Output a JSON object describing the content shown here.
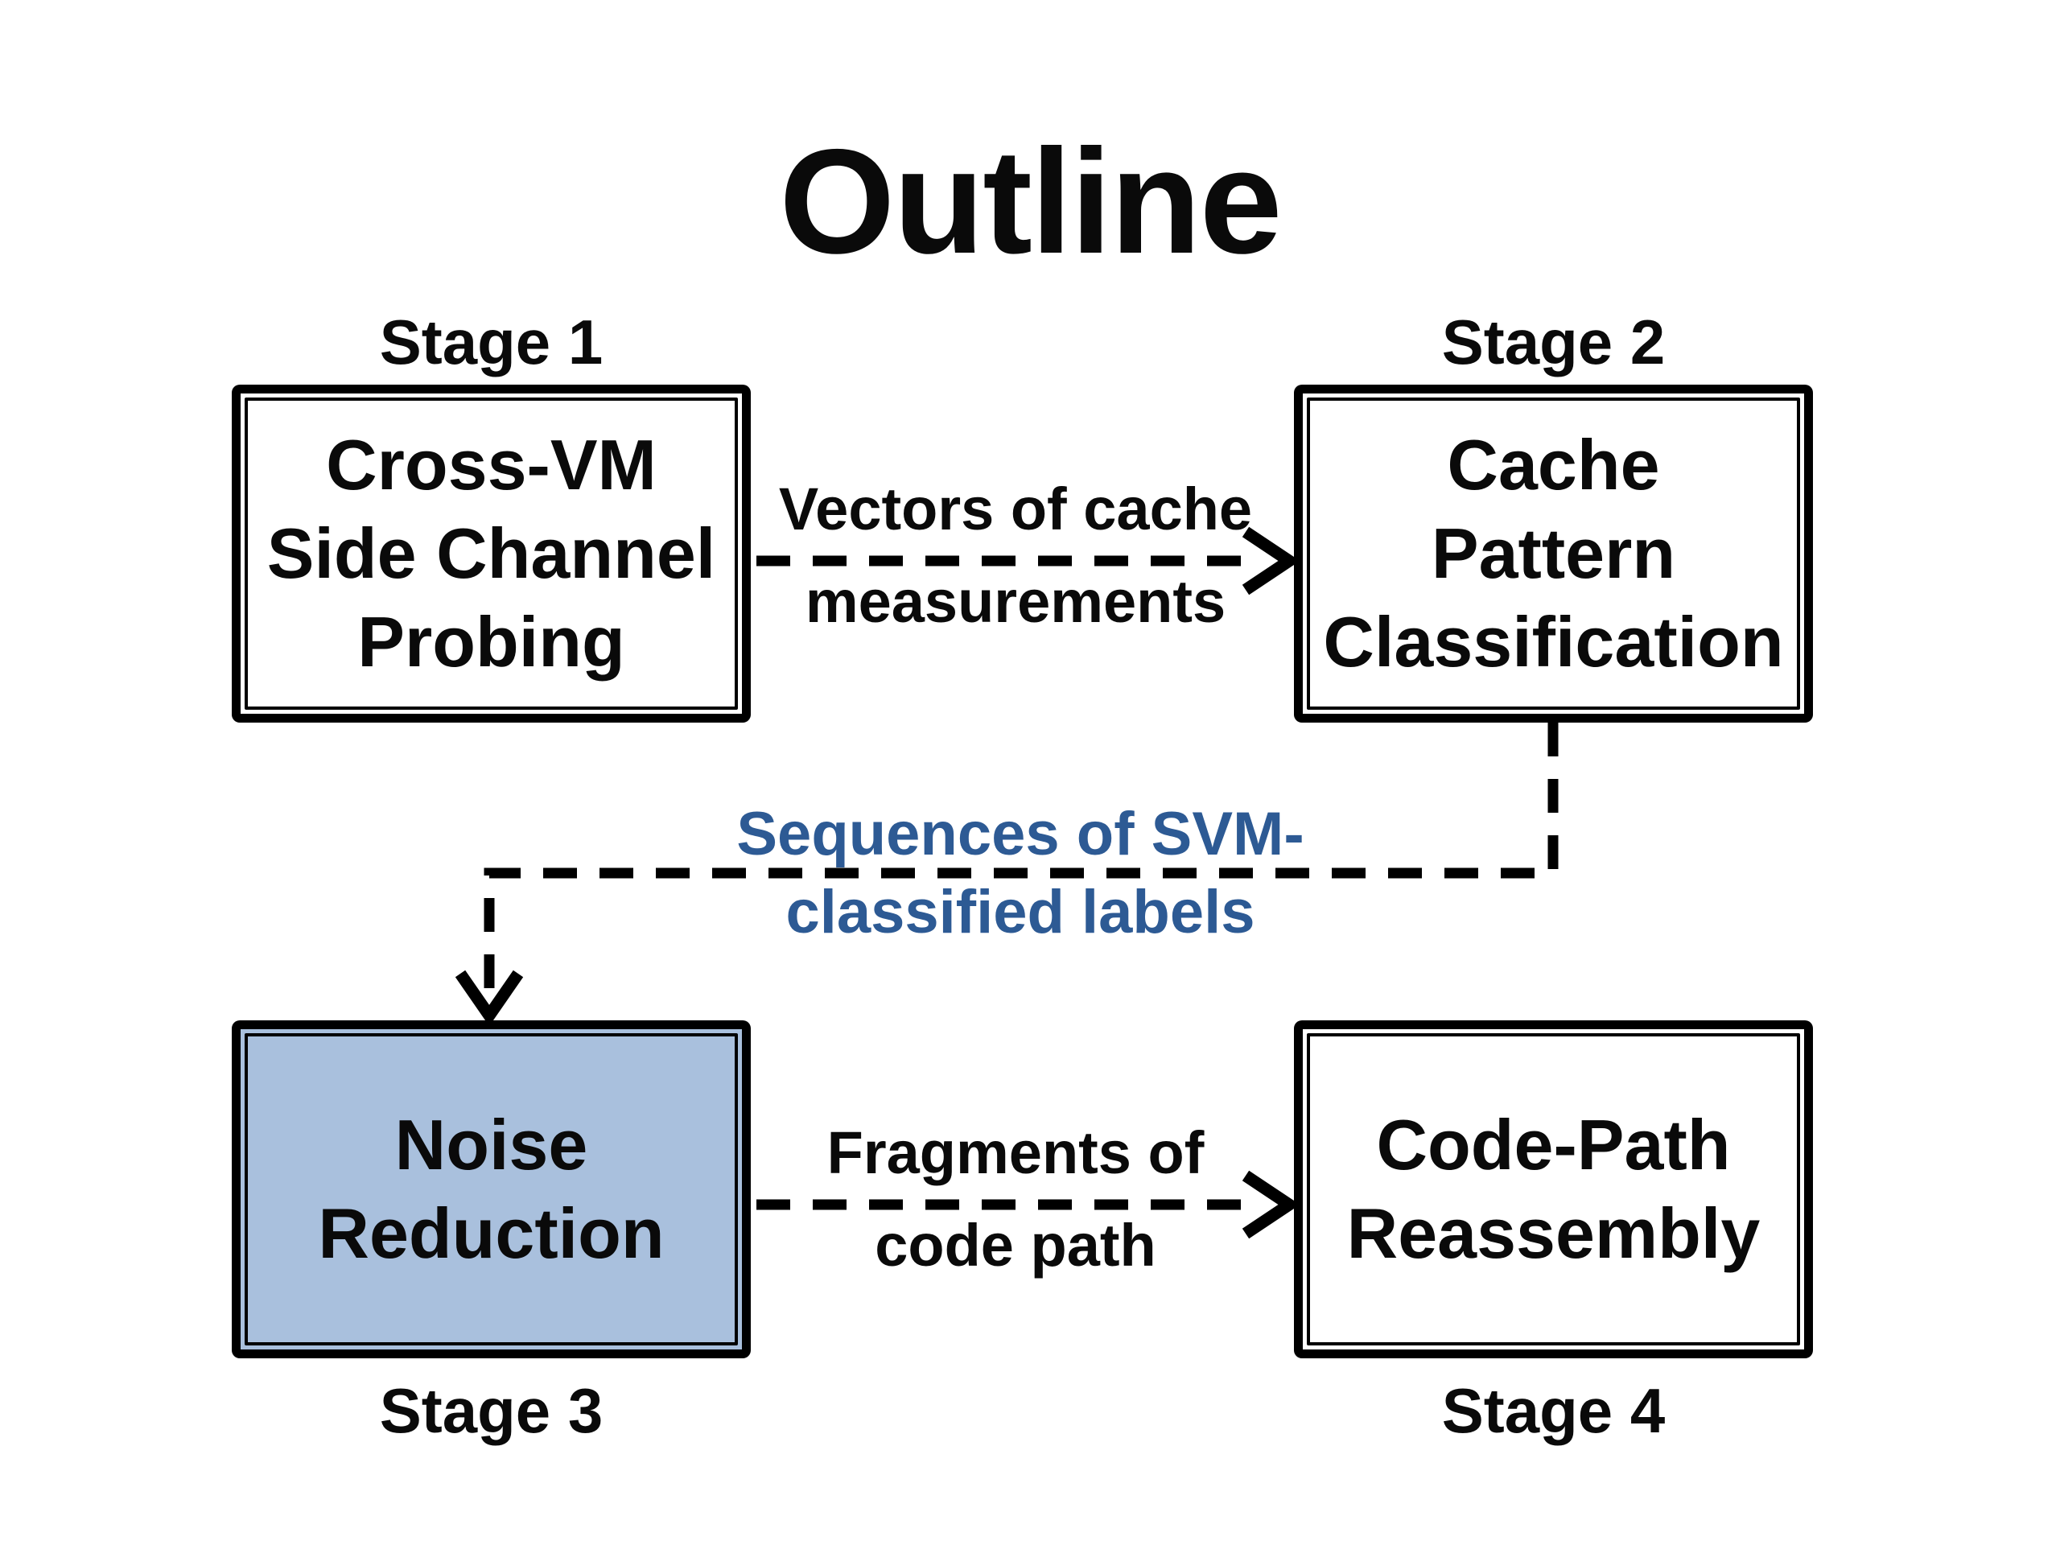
{
  "title": "Outline",
  "colors": {
    "background": "#ffffff",
    "line_black": "#000000",
    "highlight_box_fill": "#a9c0dd",
    "flow_label_blue": "#2d5a94"
  },
  "stages": [
    {
      "label": "Stage 1",
      "box_text": "Cross-VM\nSide Channel\nProbing",
      "highlighted": false
    },
    {
      "label": "Stage 2",
      "box_text": "Cache\nPattern\nClassification",
      "highlighted": false
    },
    {
      "label": "Stage 3",
      "box_text": "Noise\nReduction",
      "highlighted": true
    },
    {
      "label": "Stage 4",
      "box_text": "Code-Path\nReassembly",
      "highlighted": false
    }
  ],
  "arrows": [
    {
      "from": "Stage 1",
      "to": "Stage 2",
      "label_line1": "Vectors of cache",
      "label_line2": "measurements"
    },
    {
      "from": "Stage 2",
      "to": "Stage 3",
      "label_line1": "Sequences of SVM-",
      "label_line2": "classified labels"
    },
    {
      "from": "Stage 3",
      "to": "Stage 4",
      "label_line1": "Fragments of",
      "label_line2": "code path"
    }
  ]
}
